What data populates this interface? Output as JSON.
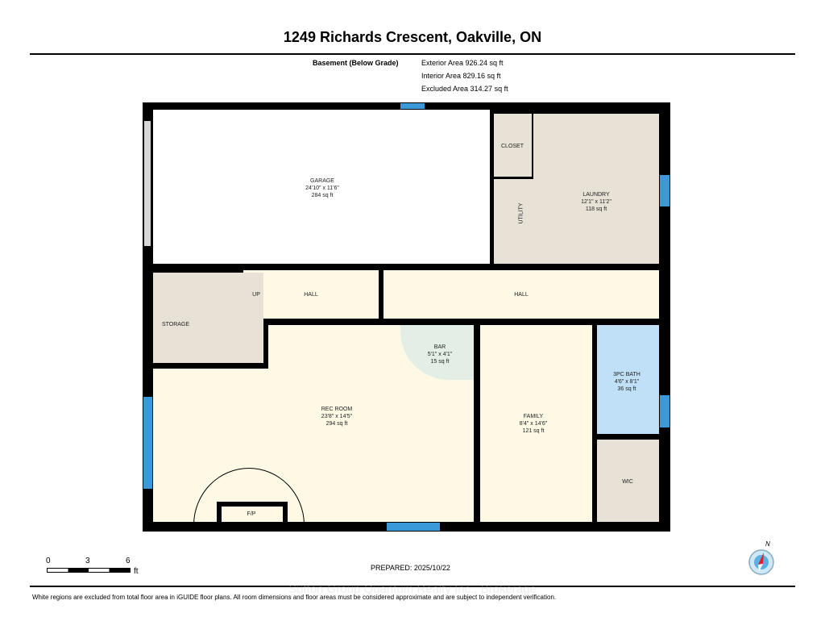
{
  "title": "1249 Richards Crescent, Oakville, ON",
  "level": "Basement (Below Grade)",
  "areas": {
    "exterior": "Exterior Area 926.24 sq ft",
    "interior": "Interior Area 829.16 sq ft",
    "excluded": "Excluded Area 314.27 sq ft"
  },
  "rooms": {
    "garage": {
      "name": "GARAGE",
      "dims": "24'10\" x 11'6\"",
      "area": "284 sq ft"
    },
    "closet": {
      "name": "CLOSET"
    },
    "utility": {
      "name": "UTILITY"
    },
    "laundry": {
      "name": "LAUNDRY",
      "dims": "12'1\" x 11'2\"",
      "area": "118 sq ft"
    },
    "up": {
      "name": "UP"
    },
    "hall_left": {
      "name": "HALL"
    },
    "hall_right": {
      "name": "HALL"
    },
    "storage": {
      "name": "STORAGE"
    },
    "bar": {
      "name": "BAR",
      "dims": "5'1\" x 4'1\"",
      "area": "15 sq ft"
    },
    "rec_room": {
      "name": "REC ROOM",
      "dims": "23'8\" x 14'5\"",
      "area": "294 sq ft"
    },
    "family": {
      "name": "FAMILY",
      "dims": "8'4\" x 14'6\"",
      "area": "121 sq ft"
    },
    "bath": {
      "name": "3PC BATH",
      "dims": "4'6\" x 8'1\"",
      "area": "36 sq ft"
    },
    "wic": {
      "name": "WIC"
    },
    "fireplace": {
      "name": "F/P"
    }
  },
  "scale": {
    "ticks": [
      "0",
      "3",
      "6"
    ],
    "unit": "ft"
  },
  "prepared": "PREPARED: 2025/10/22",
  "compass": "N",
  "watermark": "Sutton Group Quantum Realty Inc., Brokerage",
  "disclaimer": "White regions are excluded from total floor area in iGUIDE floor plans. All room dimensions and floor areas must be considered approximate and are subject to independent verification.",
  "colors": {
    "wall": "#000000",
    "window": "#3a9ad9",
    "living": "#fdf9e4",
    "utility": "#e8e2d6",
    "bath": "#bfe0f7",
    "bar": "#e3efe6",
    "excluded": "#ffffff"
  }
}
